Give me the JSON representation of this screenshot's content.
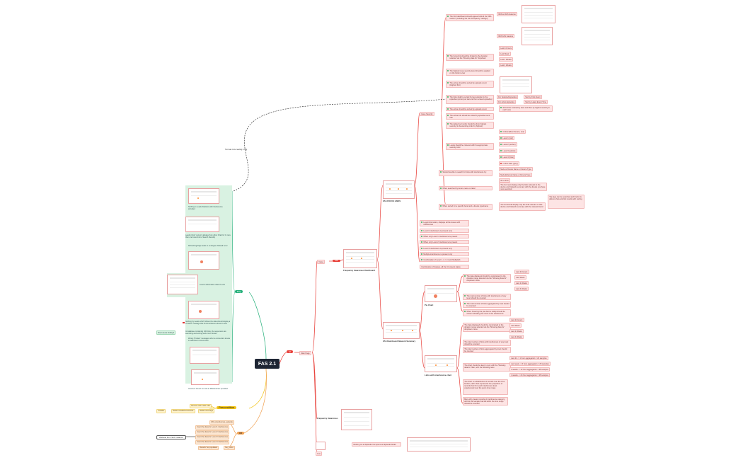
{
  "root": {
    "title": "FAS 2.1"
  },
  "branches": {
    "ui": "UI",
    "bug": "Bug",
    "precondition": "Precondition",
    "db": "DB",
    "rootcause": "Root cause finding?"
  },
  "ui_tree": {
    "views": "Views",
    "main_page": "Main Page",
    "live": "Live",
    "freq_awareness_dashboard": "Frequency Awareness Dashboard",
    "fas_focus_links": "FAS FOCUS LINKS",
    "fas_network_summary": "FAS Dashboard Network Summary",
    "frequency_awareness": "Frequency Awareness",
    "pie_chart": "Pie Chart",
    "links_chart": "Links with interference chart",
    "live_note": "Clicking on an Episode row opens an Episode Detail"
  },
  "top_nodes": [
    "The FAS dashboard should appear behind the 'DRL section' (including the link 'Frequency' settings)",
    "The focus link should be limited to the duration selected via the 'Showing data for' dropdown",
    "The highest issue severity level should be applied on the bottom view",
    "The active should be sorted by episode count (Highest first)",
    "The links shall be sorted by last episode by the episodes (sorted per last and then a latest episodes)",
    "The active should be sorted by episode count",
    "The active link should be sorted by episode count rate",
    "The default sort order should be from highest severity (in descending order by highest)",
    "Levels should be coloured with the appropriate severity color",
    "Should be able to search for links with interference by:",
    "When searched by device name or label",
    "When sorted for a specific band and a device type/name"
  ],
  "top_labels": [
    "Without FAS features",
    "With FAS features"
  ],
  "period_labels": [
    "Last 24 hours",
    "Last Week",
    "Last 2 Weeks",
    "Last 4 Weeks"
  ],
  "sort_labels": [
    "For Selected Episodes",
    "For Active Episodes",
    "Sort by First Event",
    "Sort by Latest Event Time"
  ],
  "severity_note": "Should be ordered by level and then by highest severity in each view",
  "severity_levels": [
    "Critical (Most Severe, red)",
    "Level 1 (red)",
    "Level 2 (amber)",
    "Level 3 (yellow)",
    "Level 4 (blue)",
    "no link state (grey)"
  ],
  "search_labels": [
    "Node or Device Name or Device Type",
    "Node Ethernet Name or Device Type",
    "IP or IPv6"
  ],
  "search_result": "The list must display only the links relevant to the device and Network summary with the device you have now searched",
  "band_result": "The list should display only the links relevant to that device and Network summary with the relevant band",
  "band_note": "Top tags can be searched and the list is able to show and link results with sorting",
  "focus_nodes": [
    "Legal information, displays all the issues with interference",
    "Level 1 Interference is present only",
    "When only Level 1 Interference is present",
    "When only Level 2 Interference is present",
    "Level 3 Interference is present only",
    "Multiple interference is present only",
    "Combination of Level 1, 2, 3, 4 and Multiple%"
  ],
  "focus_footer": "Combination of classes, all the UI present states",
  "pie_nodes": [
    "The data displayed should be constrained to the duration range selected via the 'Showing data for' dropdown menu",
    "The total number of links with interference of any level should be counted",
    "The total number of links aggregated by level should be counted",
    "When hovering the pie chart a tooltip should be shown indicating the count of the interference"
  ],
  "pie_periods": [
    "Last 24 Hours",
    "Last Week",
    "Last 2 Weeks",
    "Last 4 Weeks"
  ],
  "links_nodes": [
    "The data displayed should be constrained to the duration range selected via the 'Showing data for' dropdown menu",
    "The total number of links with interference of any level should be counted",
    "The total number of links aggregated by level should be counted",
    "The chart should be kept in sync with the 'Showing data for' filter, with the following rules"
  ],
  "links_periods": [
    "Last 24 Hours",
    "Last Week",
    "Last 2 Weeks",
    "Last 4 Weeks"
  ],
  "links_rules": [
    "Last 24 -> 1 hour aggregation = 24 samples",
    "Last week -> 6 hour aggregation = 28 samples",
    "2 weeks -> 12 hour aggregation = 28 samples",
    "4 weeks -> 24 hour aggregation = 28 samples"
  ],
  "links_notes": [
    "The chart is a distribution of records over the time bucket; each chart represents the proportion of records that fit in each interference level experienced over the given time range",
    "Bars with greater records of interference category, will link the sample that fall within the time range should be counted"
  ],
  "bug_notes": [
    "Nothing to Leads Statistics with Interference provided",
    "Leads (short 'current' updates from other Chart for 1 more than one focus link to Search Results)",
    "Refreshing Page leads to an Engine 'Default' error",
    "Lead to information doesn't exist",
    "Nothing by Leads which Shows the data should display a 'Product' message that 'link interference doesn't exist'",
    "In database containing 100 links, the sequences are searching and sorting work much slower",
    "Wrong 'Product' messages when a connection device is searched in Focus links",
    "Incorrect 'Count' for 'Link in Maintenance' provided"
  ],
  "dashed_note": "Text was more reading in bug",
  "precondition": {
    "top": "Devices with radio links",
    "items": [
      "Installer",
      "Radio links/Ethernet/links",
      "Radio links flags"
    ]
  },
  "db": {
    "items": [
      "FAS_interference_episode",
      "Insert the data for Level 1 interference",
      "Insert the data for Level 2 interference",
      "Insert the data for Level 3 interference",
      "Insert the data for Level 4 interference",
      "Results' be populated"
    ],
    "extra": "fas_URLs",
    "side": "Website from SLF Instance"
  },
  "colors": {
    "root": "#1d2533",
    "ui": "#e8403a",
    "bug": "#25b07a",
    "precondition": "#f2c316",
    "db": "#f0a050",
    "node": "#fde4e4"
  }
}
